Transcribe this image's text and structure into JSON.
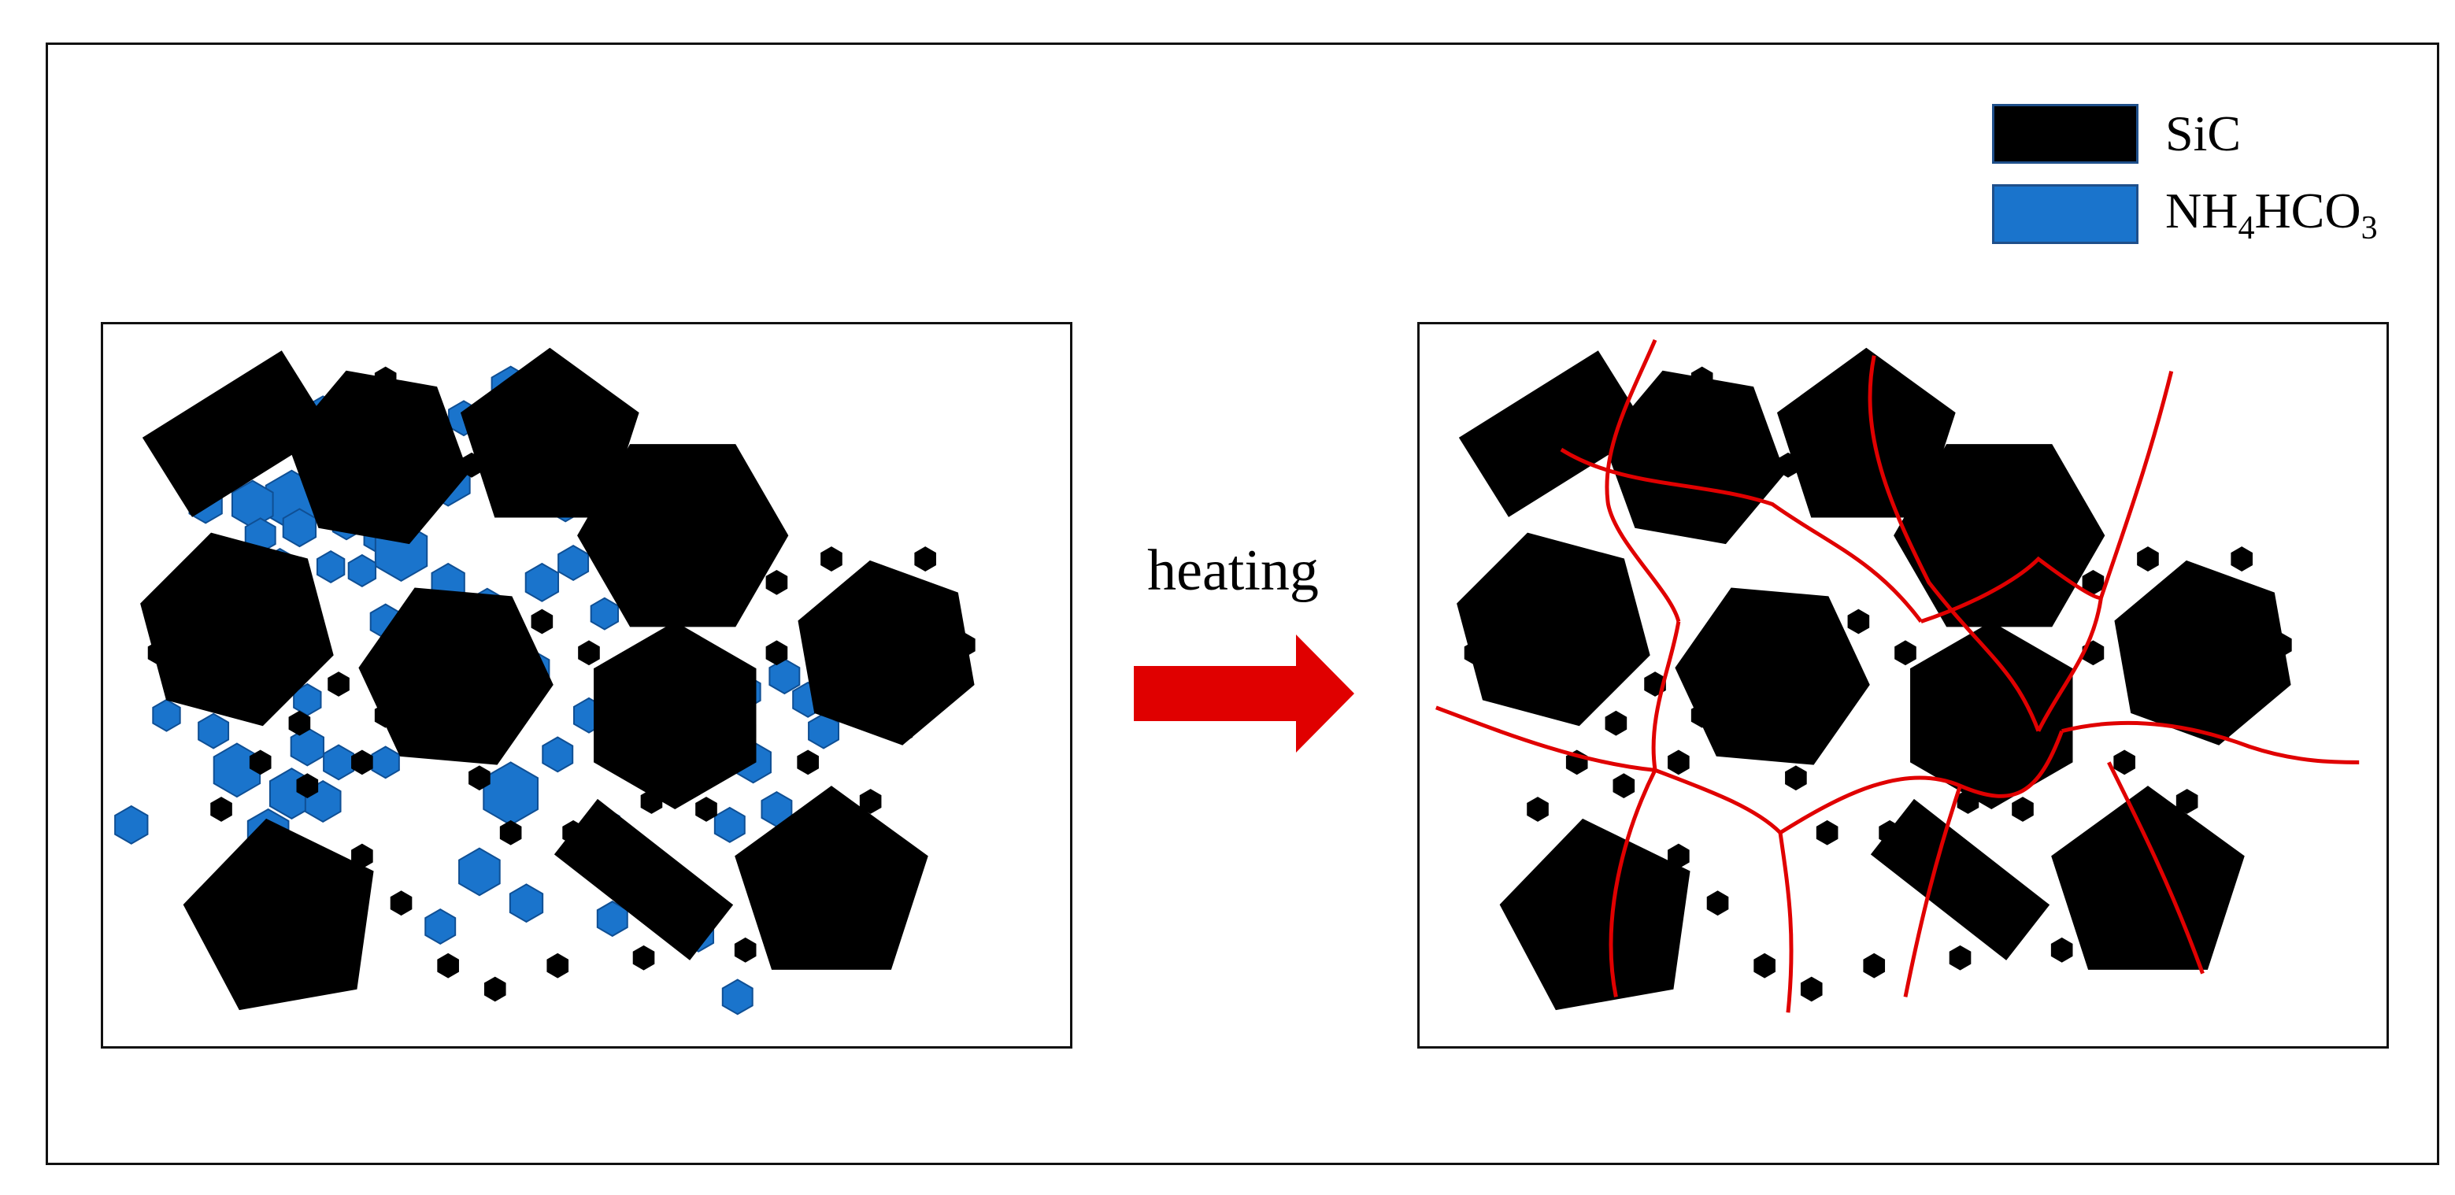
{
  "legend": {
    "items": [
      {
        "label": "SiC",
        "color": "#000000"
      },
      {
        "label_parts": [
          "NH",
          "4",
          "HCO",
          "3"
        ],
        "color": "#1a74cc"
      }
    ]
  },
  "process": {
    "label": "heating",
    "arrow_color": "#e00000"
  },
  "colors": {
    "particle": "#000000",
    "pore_former": "#1a74cc",
    "pore_former_stroke": "#0f4f94",
    "channel": "#e00000"
  }
}
